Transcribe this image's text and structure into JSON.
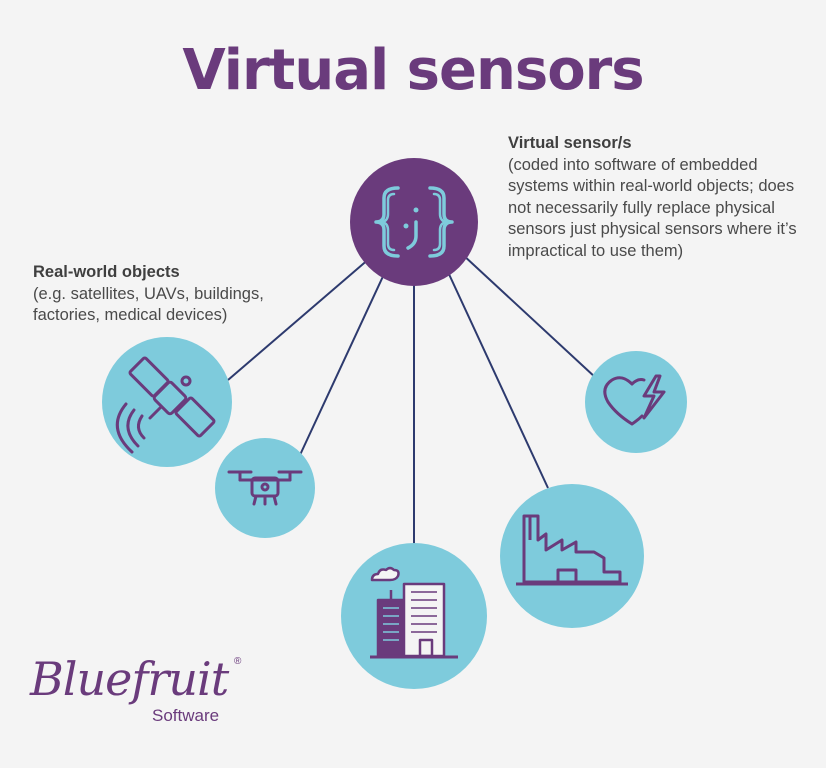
{
  "title": "Virtual sensors",
  "virtual_caption": {
    "heading": "Virtual sensor/s",
    "body": "(coded into software of embedded systems within real-world objects; does not necessarily fully replace physical sensors just physical sensors where it’s impractical to use them)"
  },
  "real_caption": {
    "heading": "Real-world objects",
    "body": "(e.g. satellites, UAVs, buildings, factories, medical devices)"
  },
  "center_node": {
    "icon": "code-braces-icon"
  },
  "nodes": [
    {
      "id": "satellite",
      "icon": "satellite-icon"
    },
    {
      "id": "drone",
      "icon": "drone-icon"
    },
    {
      "id": "buildings",
      "icon": "buildings-icon"
    },
    {
      "id": "factory",
      "icon": "factory-icon"
    },
    {
      "id": "medical",
      "icon": "heart-lightning-icon"
    }
  ],
  "logo": {
    "script": "Bluefruit",
    "registered": "®",
    "sub": "Software"
  },
  "colors": {
    "purple": "#6a3b7c",
    "light_blue": "#7ecbdc",
    "line": "#2d3a6e",
    "background": "#f4f4f4"
  }
}
